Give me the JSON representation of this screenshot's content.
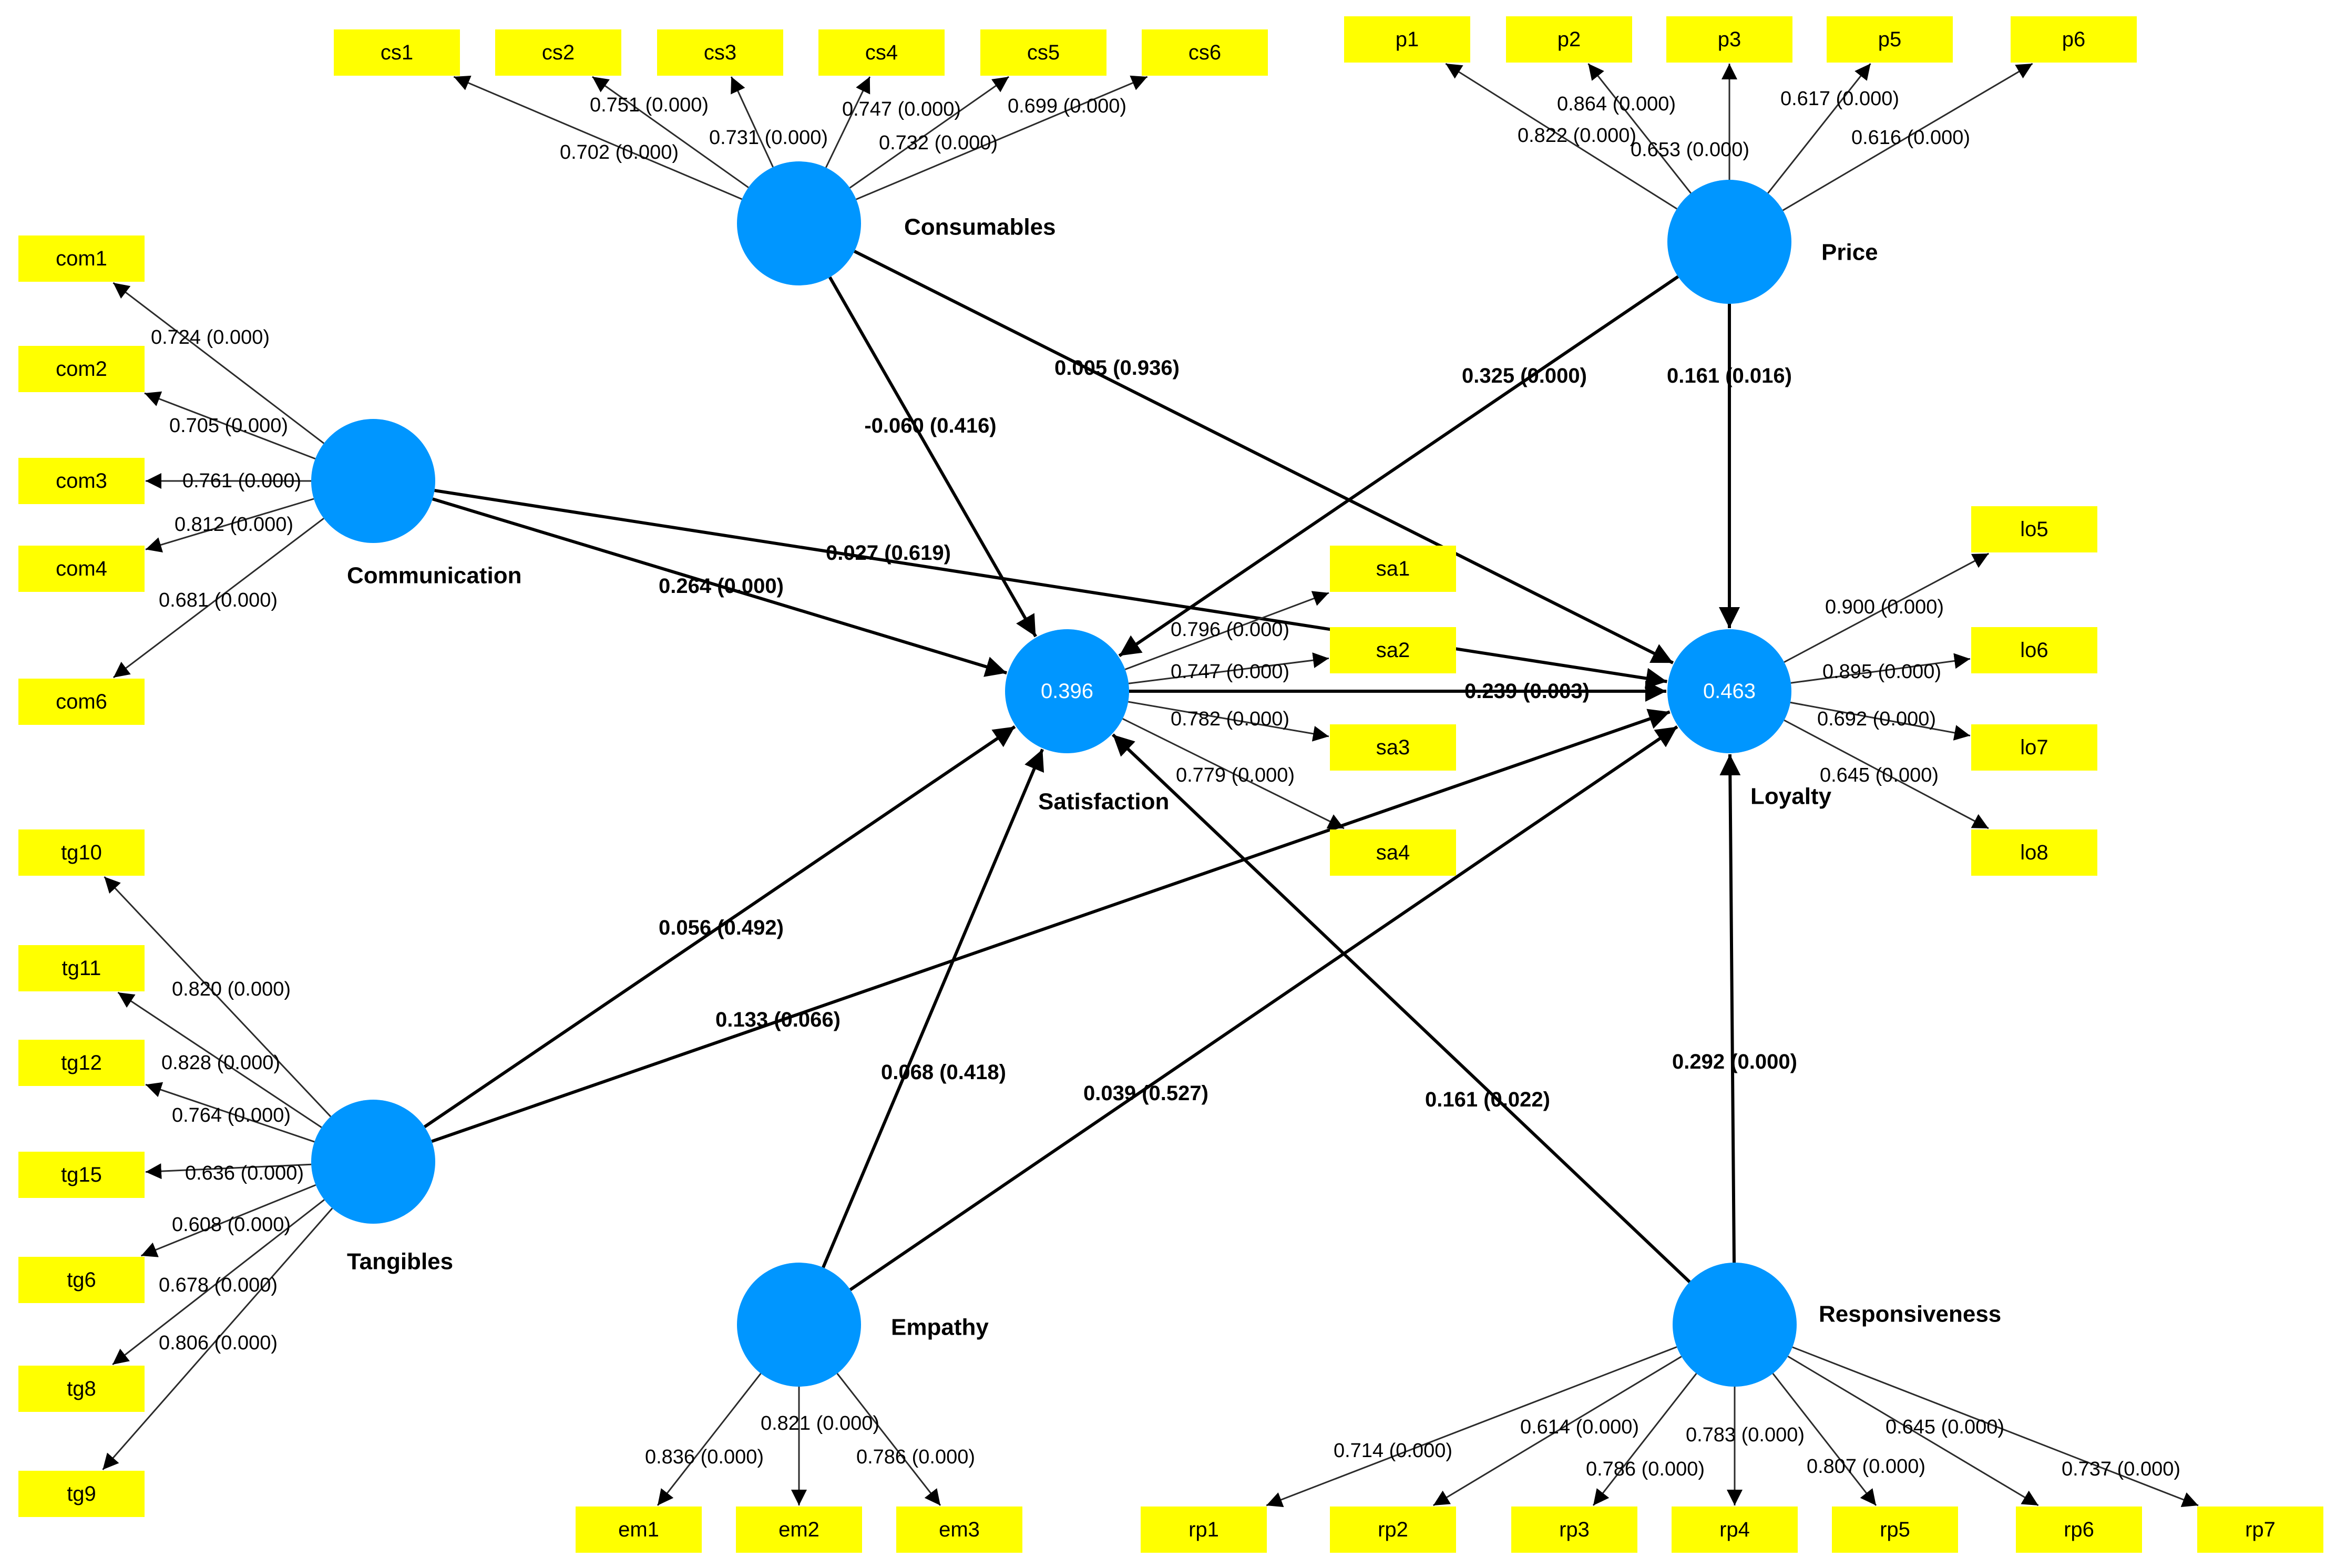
{
  "latents": [
    {
      "id": "consumables",
      "name": "Consumables",
      "r2": ""
    },
    {
      "id": "price",
      "name": "Price",
      "r2": ""
    },
    {
      "id": "communication",
      "name": "Communication",
      "r2": ""
    },
    {
      "id": "satisfaction",
      "name": "Satisfaction",
      "r2": "0.396"
    },
    {
      "id": "loyalty",
      "name": "Loyalty",
      "r2": "0.463"
    },
    {
      "id": "tangibles",
      "name": "Tangibles",
      "r2": ""
    },
    {
      "id": "empathy",
      "name": "Empathy",
      "r2": ""
    },
    {
      "id": "responsiveness",
      "name": "Responsiveness",
      "r2": ""
    }
  ],
  "indicators": [
    {
      "id": "cs1",
      "label": "cs1",
      "latent": "consumables",
      "loading": "0.702 (0.000)"
    },
    {
      "id": "cs2",
      "label": "cs2",
      "latent": "consumables",
      "loading": "0.751 (0.000)"
    },
    {
      "id": "cs3",
      "label": "cs3",
      "latent": "consumables",
      "loading": "0.731 (0.000)"
    },
    {
      "id": "cs4",
      "label": "cs4",
      "latent": "consumables",
      "loading": "0.747 (0.000)"
    },
    {
      "id": "cs5",
      "label": "cs5",
      "latent": "consumables",
      "loading": "0.732 (0.000)"
    },
    {
      "id": "cs6",
      "label": "cs6",
      "latent": "consumables",
      "loading": "0.699 (0.000)"
    },
    {
      "id": "p1",
      "label": "p1",
      "latent": "price",
      "loading": "0.822 (0.000)"
    },
    {
      "id": "p2",
      "label": "p2",
      "latent": "price",
      "loading": "0.864 (0.000)"
    },
    {
      "id": "p3",
      "label": "p3",
      "latent": "price",
      "loading": "0.653 (0.000)"
    },
    {
      "id": "p5",
      "label": "p5",
      "latent": "price",
      "loading": "0.617 (0.000)"
    },
    {
      "id": "p6",
      "label": "p6",
      "latent": "price",
      "loading": "0.616 (0.000)"
    },
    {
      "id": "com1",
      "label": "com1",
      "latent": "communication",
      "loading": "0.724 (0.000)"
    },
    {
      "id": "com2",
      "label": "com2",
      "latent": "communication",
      "loading": "0.705 (0.000)"
    },
    {
      "id": "com3",
      "label": "com3",
      "latent": "communication",
      "loading": "0.761 (0.000)"
    },
    {
      "id": "com4",
      "label": "com4",
      "latent": "communication",
      "loading": "0.812 (0.000)"
    },
    {
      "id": "com6",
      "label": "com6",
      "latent": "communication",
      "loading": "0.681 (0.000)"
    },
    {
      "id": "sa1",
      "label": "sa1",
      "latent": "satisfaction",
      "loading": "0.796 (0.000)"
    },
    {
      "id": "sa2",
      "label": "sa2",
      "latent": "satisfaction",
      "loading": "0.747 (0.000)"
    },
    {
      "id": "sa3",
      "label": "sa3",
      "latent": "satisfaction",
      "loading": "0.782 (0.000)"
    },
    {
      "id": "sa4",
      "label": "sa4",
      "latent": "satisfaction",
      "loading": "0.779 (0.000)"
    },
    {
      "id": "lo5",
      "label": "lo5",
      "latent": "loyalty",
      "loading": "0.900 (0.000)"
    },
    {
      "id": "lo6",
      "label": "lo6",
      "latent": "loyalty",
      "loading": "0.895 (0.000)"
    },
    {
      "id": "lo7",
      "label": "lo7",
      "latent": "loyalty",
      "loading": "0.692 (0.000)"
    },
    {
      "id": "lo8",
      "label": "lo8",
      "latent": "loyalty",
      "loading": "0.645 (0.000)"
    },
    {
      "id": "tg10",
      "label": "tg10",
      "latent": "tangibles",
      "loading": "0.820 (0.000)"
    },
    {
      "id": "tg11",
      "label": "tg11",
      "latent": "tangibles",
      "loading": "0.828 (0.000)"
    },
    {
      "id": "tg12",
      "label": "tg12",
      "latent": "tangibles",
      "loading": "0.764 (0.000)"
    },
    {
      "id": "tg15",
      "label": "tg15",
      "latent": "tangibles",
      "loading": "0.636 (0.000)"
    },
    {
      "id": "tg6",
      "label": "tg6",
      "latent": "tangibles",
      "loading": "0.608 (0.000)"
    },
    {
      "id": "tg8",
      "label": "tg8",
      "latent": "tangibles",
      "loading": "0.678 (0.000)"
    },
    {
      "id": "tg9",
      "label": "tg9",
      "latent": "tangibles",
      "loading": "0.806 (0.000)"
    },
    {
      "id": "em1",
      "label": "em1",
      "latent": "empathy",
      "loading": "0.836 (0.000)"
    },
    {
      "id": "em2",
      "label": "em2",
      "latent": "empathy",
      "loading": "0.821 (0.000)"
    },
    {
      "id": "em3",
      "label": "em3",
      "latent": "empathy",
      "loading": "0.786 (0.000)"
    },
    {
      "id": "rp1",
      "label": "rp1",
      "latent": "responsiveness",
      "loading": "0.714 (0.000)"
    },
    {
      "id": "rp2",
      "label": "rp2",
      "latent": "responsiveness",
      "loading": "0.614 (0.000)"
    },
    {
      "id": "rp3",
      "label": "rp3",
      "latent": "responsiveness",
      "loading": "0.786 (0.000)"
    },
    {
      "id": "rp4",
      "label": "rp4",
      "latent": "responsiveness",
      "loading": "0.783 (0.000)"
    },
    {
      "id": "rp5",
      "label": "rp5",
      "latent": "responsiveness",
      "loading": "0.807 (0.000)"
    },
    {
      "id": "rp6",
      "label": "rp6",
      "latent": "responsiveness",
      "loading": "0.645 (0.000)"
    },
    {
      "id": "rp7",
      "label": "rp7",
      "latent": "responsiveness",
      "loading": "0.737 (0.000)"
    }
  ],
  "paths": [
    {
      "id": "consumables-satisfaction",
      "from": "consumables",
      "to": "satisfaction",
      "label": "-0.060 (0.416)"
    },
    {
      "id": "consumables-loyalty",
      "from": "consumables",
      "to": "loyalty",
      "label": "0.005 (0.936)"
    },
    {
      "id": "price-satisfaction",
      "from": "price",
      "to": "satisfaction",
      "label": "0.325 (0.000)"
    },
    {
      "id": "price-loyalty",
      "from": "price",
      "to": "loyalty",
      "label": "0.161 (0.016)"
    },
    {
      "id": "communication-satisfaction",
      "from": "communication",
      "to": "satisfaction",
      "label": "0.264 (0.000)"
    },
    {
      "id": "communication-loyalty",
      "from": "communication",
      "to": "loyalty",
      "label": "0.027 (0.619)"
    },
    {
      "id": "satisfaction-loyalty",
      "from": "satisfaction",
      "to": "loyalty",
      "label": "0.239 (0.003)"
    },
    {
      "id": "tangibles-satisfaction",
      "from": "tangibles",
      "to": "satisfaction",
      "label": "0.056 (0.492)"
    },
    {
      "id": "tangibles-loyalty",
      "from": "tangibles",
      "to": "loyalty",
      "label": "0.133 (0.066)"
    },
    {
      "id": "empathy-satisfaction",
      "from": "empathy",
      "to": "satisfaction",
      "label": "0.068 (0.418)"
    },
    {
      "id": "empathy-loyalty",
      "from": "empathy",
      "to": "loyalty",
      "label": "0.039 (0.527)"
    },
    {
      "id": "responsiveness-satisfaction",
      "from": "responsiveness",
      "to": "satisfaction",
      "label": "0.161 (0.022)"
    },
    {
      "id": "responsiveness-loyalty",
      "from": "responsiveness",
      "to": "loyalty",
      "label": "0.292 (0.000)"
    }
  ]
}
